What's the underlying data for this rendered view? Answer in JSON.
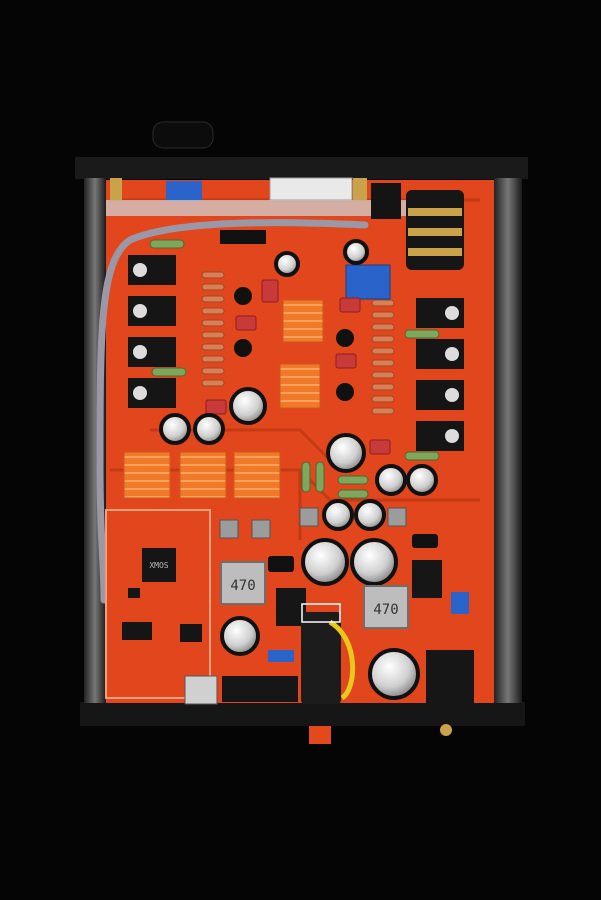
{
  "photo": {
    "colors": {
      "background": "#050505",
      "pcb": "#e2461c",
      "pcb_dark": "#b8320f",
      "chassis": "#1a1a1a",
      "heatsink": "#f07a2a",
      "capacitor": "#d8d8d8",
      "inductor": "#bdbdbd",
      "resistor": "#d97f54",
      "terminal_blue": "#2a63c9",
      "wire_grey": "#9a97a6",
      "wire_yellow": "#e9c81c",
      "gold": "#c9a24a"
    },
    "printed_text": {
      "inductor_left": "470",
      "inductor_right": "470",
      "chip_marking": "XMOS"
    }
  }
}
